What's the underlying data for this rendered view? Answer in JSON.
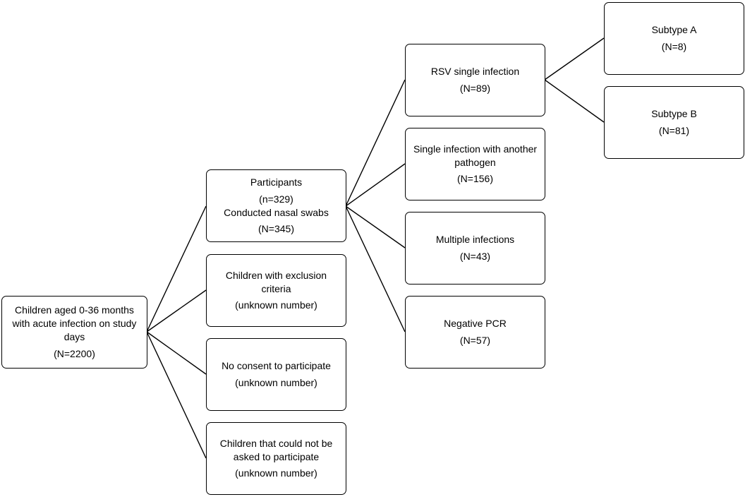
{
  "diagram": {
    "root": {
      "title": "Children aged 0-36 months with acute infection on study days",
      "count": "(N=2200)"
    },
    "participants": {
      "label": "Participants",
      "count": "(n=329)",
      "swab_label": "Conducted nasal swabs",
      "swab_count": "(N=345)"
    },
    "exclusion": {
      "title": "Children with exclusion criteria",
      "count": "(unknown number)"
    },
    "no_consent": {
      "title": "No consent to participate",
      "count": "(unknown number)"
    },
    "not_asked": {
      "title": "Children that could not be asked to participate",
      "count": "(unknown number)"
    },
    "rsv_single": {
      "title": "RSV single infection",
      "count": "(N=89)"
    },
    "single_other": {
      "title": "Single infection with another pathogen",
      "count": "(N=156)"
    },
    "multiple": {
      "title": "Multiple infections",
      "count": "(N=43)"
    },
    "negative": {
      "title": "Negative PCR",
      "count": "(N=57)"
    },
    "subtype_a": {
      "title": "Subtype A",
      "count": "(N=8)"
    },
    "subtype_b": {
      "title": "Subtype B",
      "count": "(N=81)"
    }
  }
}
